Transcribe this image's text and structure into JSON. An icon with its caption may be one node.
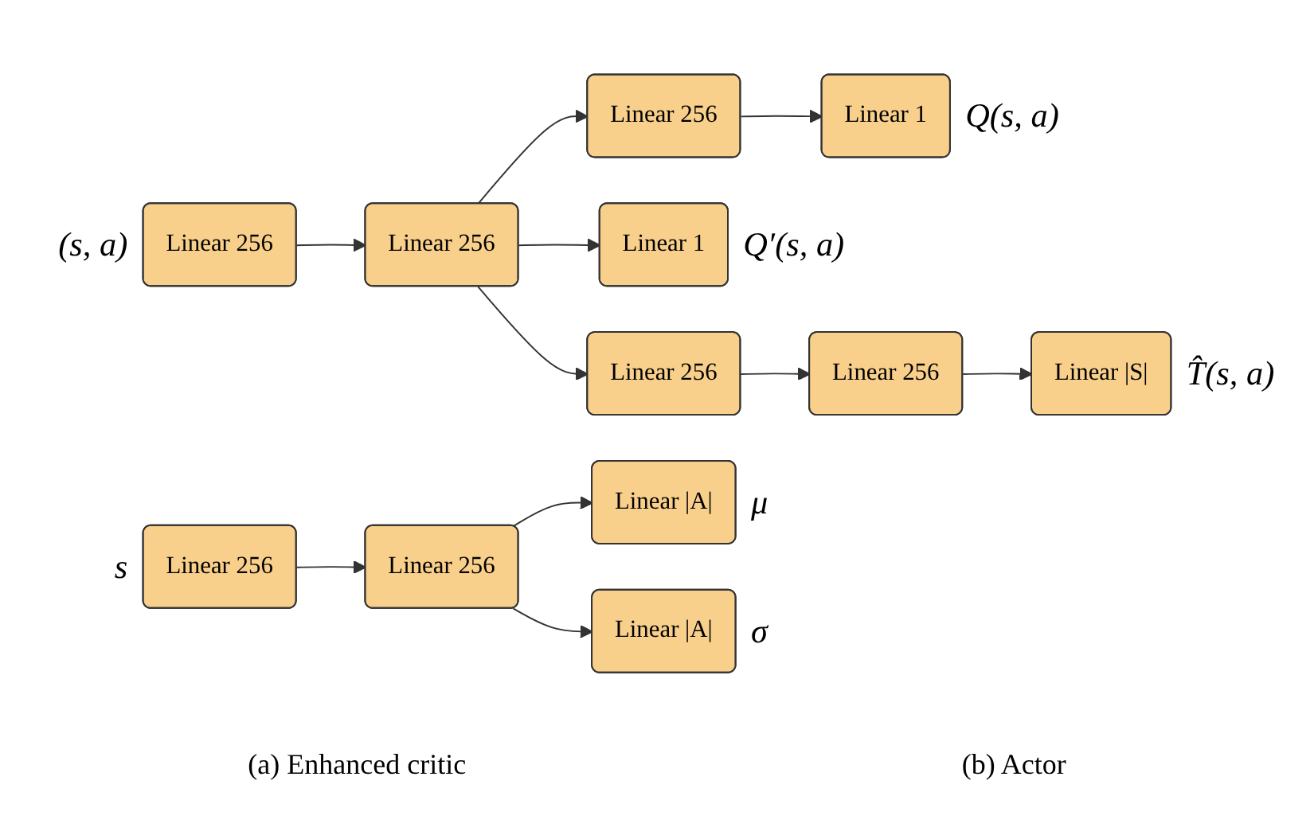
{
  "diagram": {
    "nodes": [
      {
        "text": [
          "Linear 256"
        ],
        "beside": [
          "(s, a)"
        ]
      },
      {
        "text": [
          "Linear 256"
        ]
      },
      {
        "text": [
          "Linear 256"
        ]
      },
      {
        "text": [
          "Linear 1"
        ],
        "beside": [
          "Q(s, a)"
        ]
      },
      {
        "text": [
          "Linear 1"
        ],
        "beside": [
          "Q′(s, a)"
        ]
      },
      {
        "text": [
          "Linear 256"
        ]
      },
      {
        "text": [
          "Linear 256"
        ]
      },
      {
        "text": [
          "Linear |S|"
        ],
        "beside": [
          "T̂(s, a)"
        ]
      },
      {
        "text": [
          "Linear 256"
        ],
        "beside": [
          "s"
        ]
      },
      {
        "text": [
          "Linear 256"
        ]
      },
      {
        "text": [
          "Linear |A|"
        ],
        "beside": [
          "μ"
        ]
      },
      {
        "text": [
          "Linear |A|"
        ],
        "beside": [
          "σ"
        ]
      }
    ],
    "edges": [
      {
        "from": 0,
        "to": 1,
        "arrow": "to"
      },
      {
        "from": 1,
        "to": 2,
        "arrow": "to"
      },
      {
        "from": 2,
        "to": 3,
        "arrow": "to"
      },
      {
        "from": 1,
        "to": 4,
        "arrow": "to"
      },
      {
        "from": 1,
        "to": 5,
        "arrow": "to"
      },
      {
        "from": 5,
        "to": 6,
        "arrow": "to"
      },
      {
        "from": 6,
        "to": 7,
        "arrow": "to"
      },
      {
        "from": 8,
        "to": 9,
        "arrow": "to"
      },
      {
        "from": 9,
        "to": 10,
        "arrow": "to"
      },
      {
        "from": 9,
        "to": 11,
        "arrow": "to"
      }
    ],
    "labels": [
      "(a) Enhanced critic",
      "(b) Actor"
    ]
  }
}
